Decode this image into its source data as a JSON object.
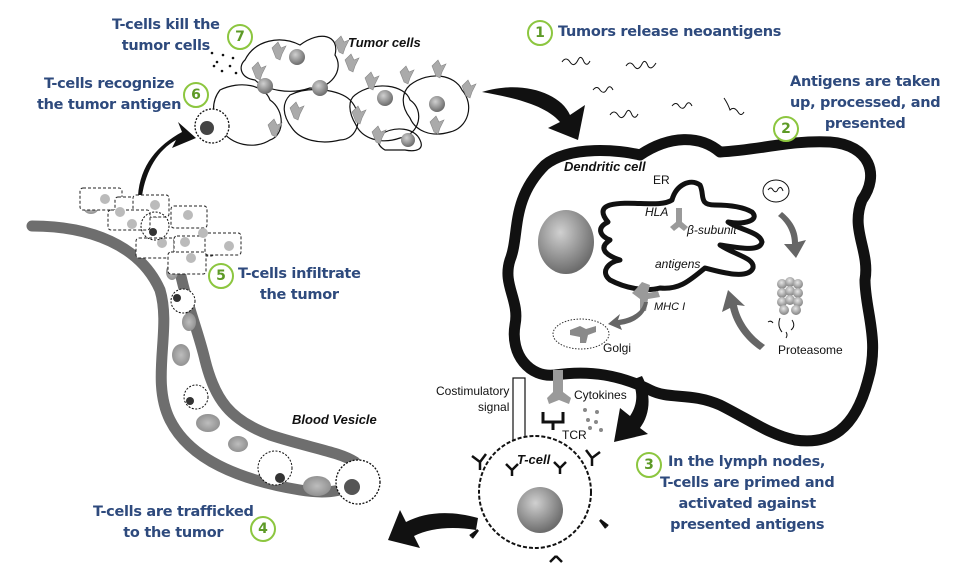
{
  "figure": {
    "title": "Cancer immunity cycle",
    "colors": {
      "step_text": "#2e4a7d",
      "step_circle": "#8cc63f",
      "step_number": "#5d9a26",
      "membrane": "#111111",
      "vessel": "#6e6e6e"
    }
  },
  "steps": [
    {
      "number": "1",
      "text": [
        "Tumors release neoantigens"
      ]
    },
    {
      "number": "2",
      "text": [
        "Antigens are taken",
        "up, processed, and",
        "presented"
      ]
    },
    {
      "number": "3",
      "text": [
        "In the lymph nodes,",
        "T-cells are primed and",
        "activated against",
        "presented antigens"
      ]
    },
    {
      "number": "4",
      "text": [
        "T-cells are trafficked",
        "to the tumor"
      ]
    },
    {
      "number": "5",
      "text": [
        "T-cells infiltrate",
        "the tumor"
      ]
    },
    {
      "number": "6",
      "text": [
        "T-cells recognize",
        "the tumor antigen"
      ]
    },
    {
      "number": "7",
      "text": [
        "T-cells kill the",
        "tumor cells"
      ]
    }
  ],
  "labels": {
    "tumor_cells": "Tumor cells",
    "dendritic_cell": "Dendritic cell",
    "er": "ER",
    "hla": "HLA",
    "beta_subunit": "β-subunit",
    "antigens": "antigens",
    "mhc": "MHC I",
    "golgi": "Golgi",
    "proteasome": "Proteasome",
    "costimulatory_1": "Costimulatory",
    "costimulatory_2": "signal",
    "cytokines": "Cytokines",
    "tcr": "TCR",
    "t_cell": "T-cell",
    "blood_vessel": "Blood Vesicle"
  }
}
